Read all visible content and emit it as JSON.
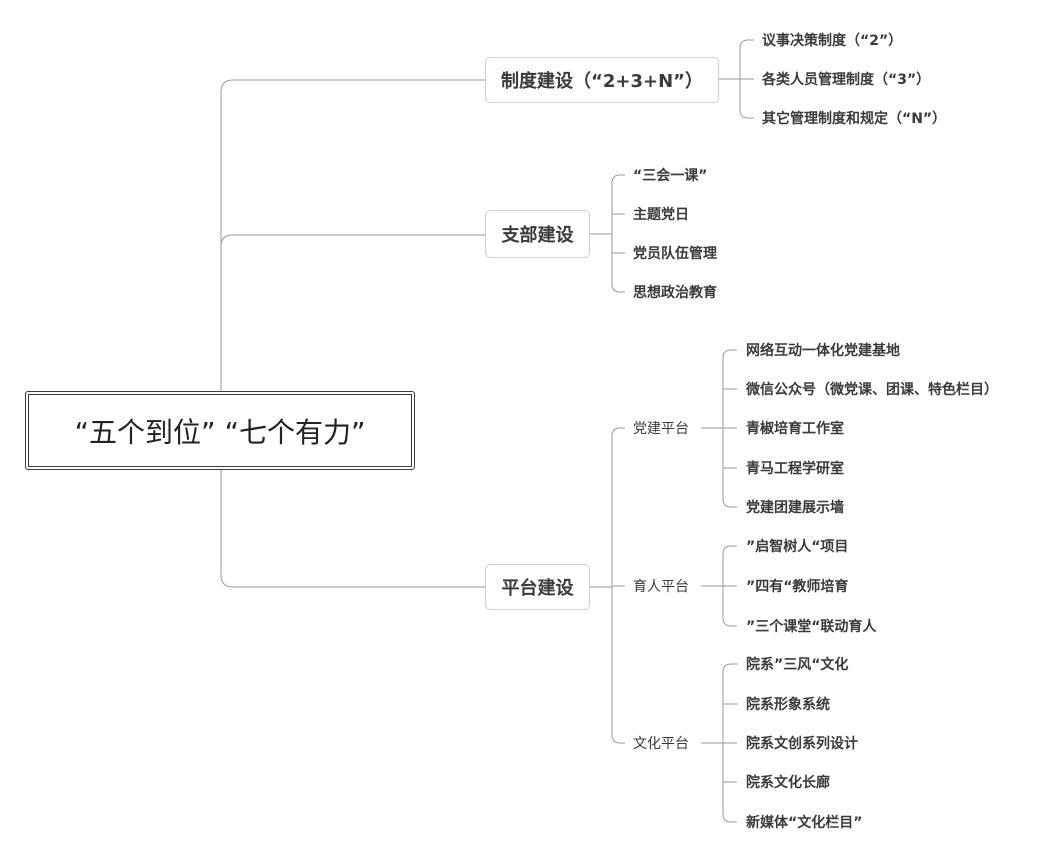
{
  "root": {
    "label": "“五个到位”  “七个有力”"
  },
  "branches": [
    {
      "label": "制度建设（“2+3+N”）",
      "leaves": [
        "议事决策制度（“2”）",
        "各类人员管理制度（“3”）",
        "其它管理制度和规定（“N”）"
      ]
    },
    {
      "label": "支部建设",
      "leaves": [
        "“三会一课”",
        "主题党日",
        "党员队伍管理",
        "思想政治教育"
      ]
    },
    {
      "label": "平台建设",
      "subs": [
        {
          "label": "党建平台",
          "leaves": [
            "网络互动一体化党建基地",
            "微信公众号（微党课、团课、特色栏目）",
            "青椒培育工作室",
            "青马工程学研室",
            "党建团建展示墙"
          ]
        },
        {
          "label": "育人平台",
          "leaves": [
            "”启智树人“项目",
            "”四有“教师培育",
            "”三个课堂“联动育人"
          ]
        },
        {
          "label": "文化平台",
          "leaves": [
            "院系”三风“文化",
            "院系形象系统",
            "院系文创系列设计",
            "院系文化长廊",
            "新媒体“文化栏目”"
          ]
        }
      ]
    }
  ]
}
